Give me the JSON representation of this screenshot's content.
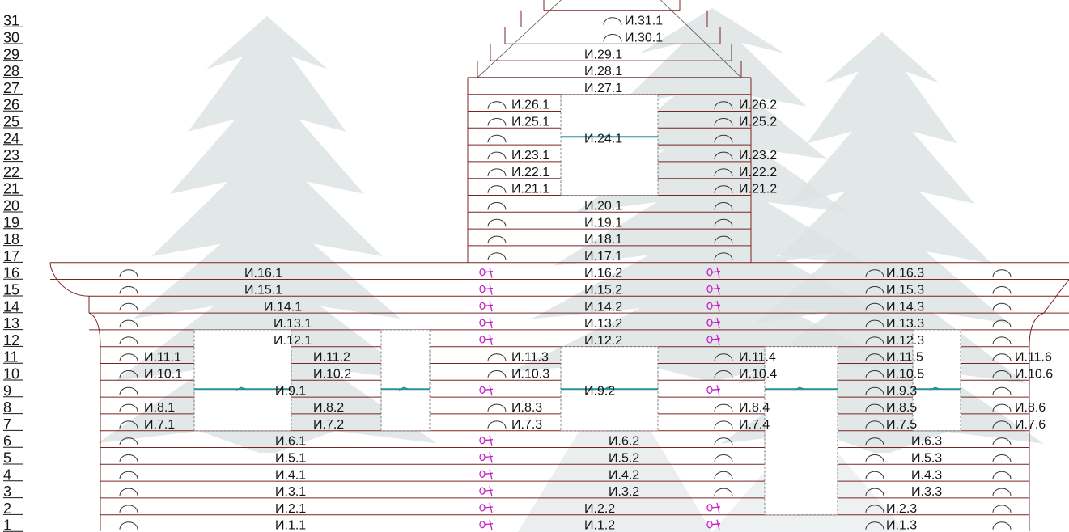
{
  "diagram": {
    "colors": {
      "log": "#7a2424",
      "opening": "#7f7f7f",
      "beam": "#2a9191",
      "pin": "#c81ec8",
      "watermark": "#dde3e3",
      "text": "#141414",
      "arc": "#333333",
      "background": "#ffffff"
    },
    "row_numbers": [
      "1",
      "2",
      "3",
      "4",
      "5",
      "6",
      "7",
      "8",
      "9",
      "10",
      "11",
      "12",
      "13",
      "14",
      "15",
      "16",
      "17",
      "18",
      "19",
      "20",
      "21",
      "22",
      "23",
      "24",
      "25",
      "26",
      "27",
      "28",
      "29",
      "30",
      "31"
    ],
    "lower_labels": [
      [
        "И.1.1",
        "И.1.2",
        "И.1.3"
      ],
      [
        "И.2.1",
        "И.2.2",
        "И.2.3"
      ],
      [
        "И.3.1",
        "И.3.2",
        "И.3.3"
      ],
      [
        "И.4.1",
        "И.4.2",
        "И.4.3"
      ],
      [
        "И.5.1",
        "И.5.2",
        "И.5.3"
      ],
      [
        "И.6.1",
        "И.6.2",
        "И.6.3"
      ],
      [
        "И.7.1",
        "И.7.2",
        "И.7.3",
        "И.7.4",
        "И.7.5",
        "И.7.6"
      ],
      [
        "И.8.1",
        "И.8.2",
        "И.8.3",
        "И.8.4",
        "И.8.5",
        "И.8.6"
      ],
      [
        "И.9.1",
        "И.9.2",
        "И.9.3"
      ],
      [
        "И.10.1",
        "И.10.2",
        "И.10.3",
        "И.10.4",
        "И.10.5",
        "И.10.6"
      ],
      [
        "И.11.1",
        "И.11.2",
        "И.11.3",
        "И.11.4",
        "И.11.5",
        "И.11.6"
      ],
      [
        "И.12.1",
        "И.12.2",
        "И.12.3"
      ],
      [
        "И.13.1",
        "И.13.2",
        "И.13.3"
      ],
      [
        "И.14.1",
        "И.14.2",
        "И.14.3"
      ],
      [
        "И.15.1",
        "И.15.2",
        "И.15.3"
      ],
      [
        "И.16.1",
        "И.16.2",
        "И.16.3"
      ]
    ],
    "upper_labels": [
      [
        "И.17.1"
      ],
      [
        "И.18.1"
      ],
      [
        "И.19.1"
      ],
      [
        "И.20.1"
      ],
      [
        "И.21.1",
        "И.21.2"
      ],
      [
        "И.22.1",
        "И.22.2"
      ],
      [
        "И.23.1",
        "И.23.2"
      ],
      [
        "И.24.1"
      ],
      [
        "И.25.1",
        "И.25.2"
      ],
      [
        "И.26.1",
        "И.26.2"
      ],
      [
        "И.27.1"
      ],
      [
        "И.28.1"
      ],
      [
        "И.29.1"
      ],
      [
        "И.30.1"
      ],
      [
        "И.31.1"
      ]
    ]
  }
}
